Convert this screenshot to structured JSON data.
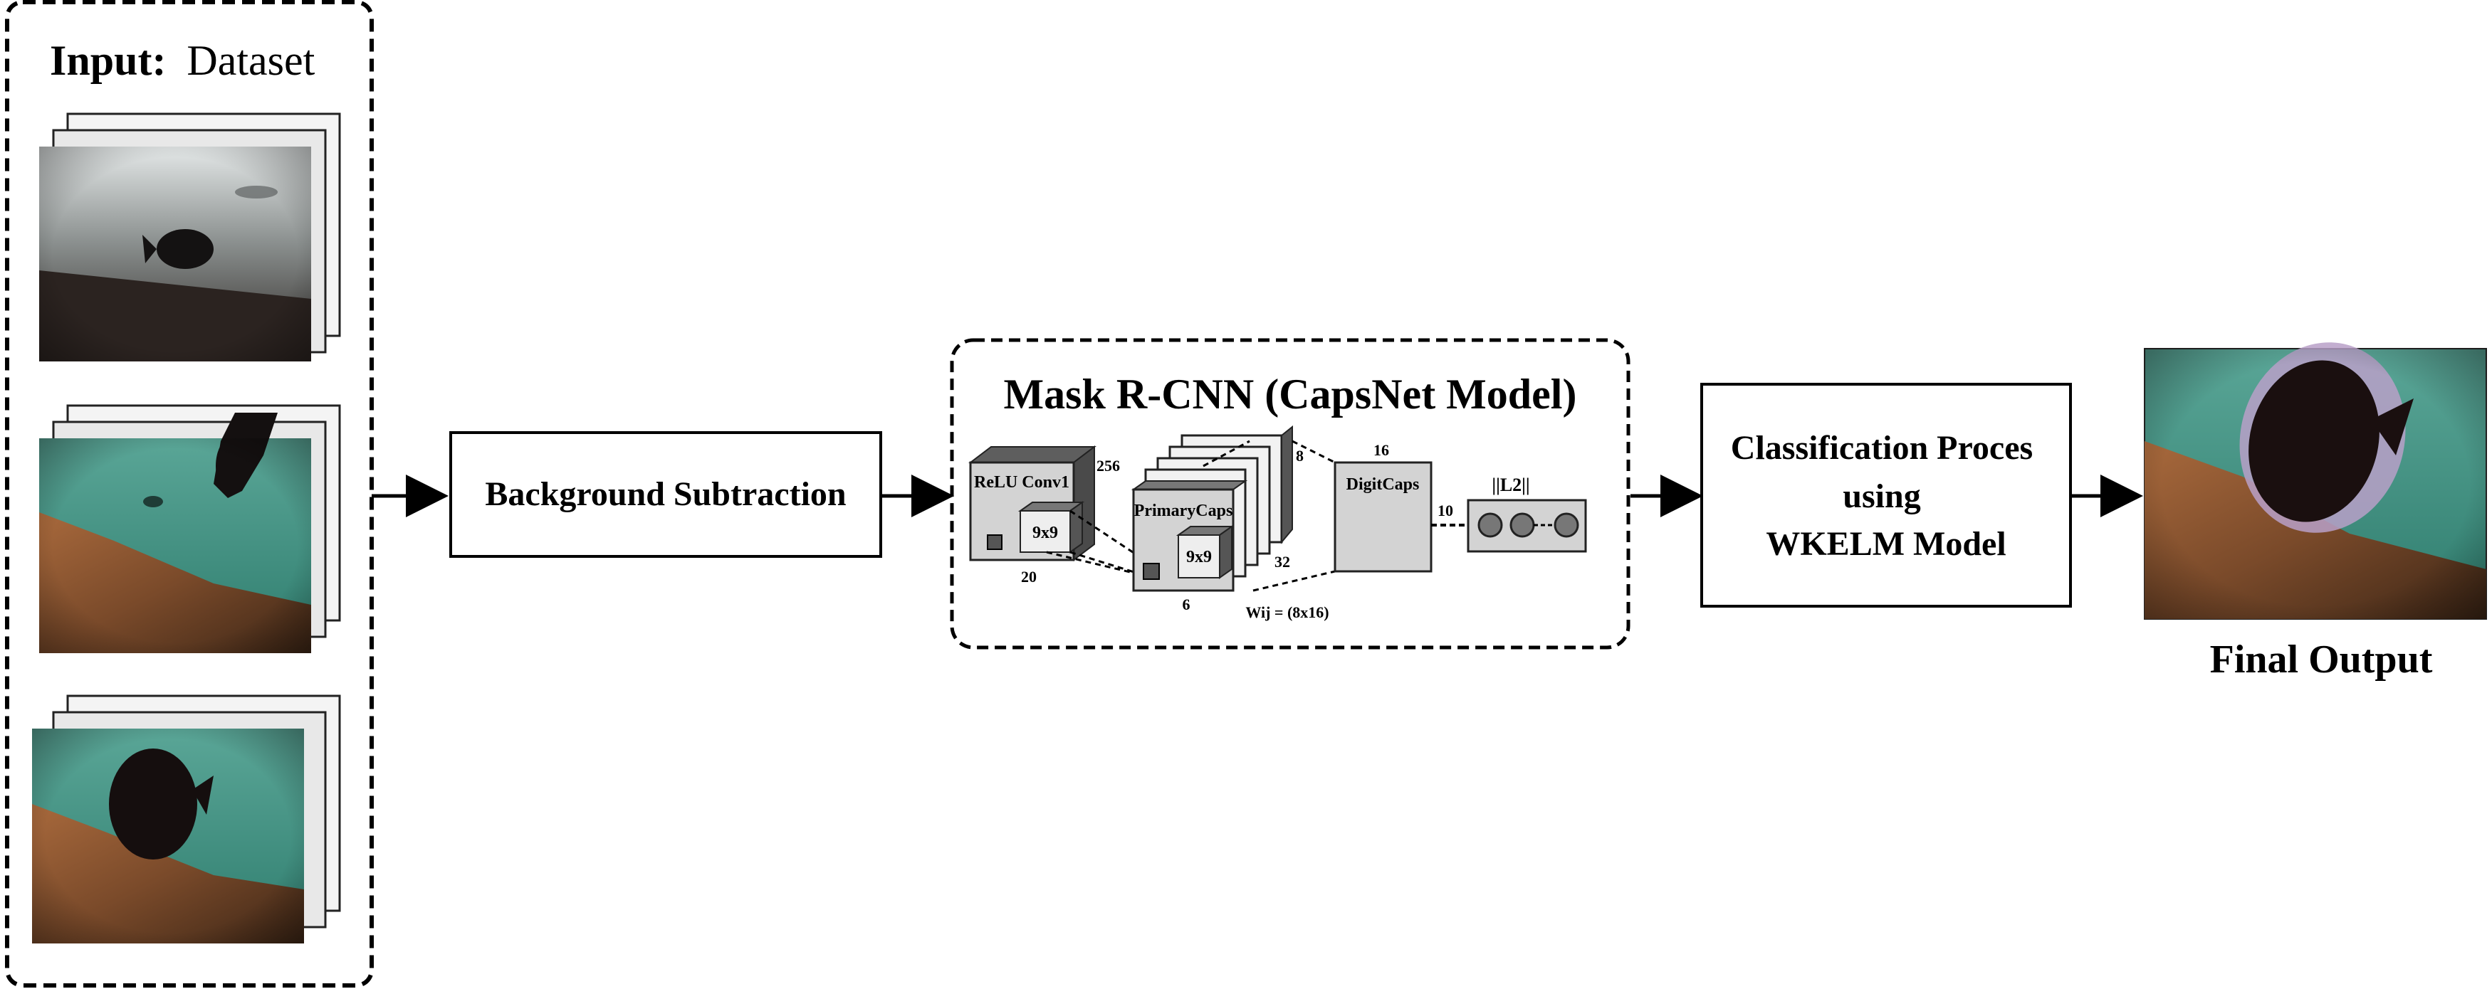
{
  "input_panel": {
    "title_bold": "Input:",
    "title_normal": "Dataset"
  },
  "steps": {
    "background_subtraction": "Background Subtraction",
    "classification": [
      "Classification Proces",
      "using",
      "WKELM Model"
    ]
  },
  "capsnet": {
    "title": "Mask R-CNN (CapsNet Model)",
    "relu_conv1": "ReLU Conv1",
    "conv_kernel": "9x9",
    "primary_caps": "PrimaryCaps",
    "primary_kernel": "9x9",
    "digit_caps": "DigitCaps",
    "l2": "||L2||",
    "dim_256": "256",
    "dim_20": "20",
    "dim_8": "8",
    "dim_32": "32",
    "dim_6": "6",
    "dim_16": "16",
    "dim_10": "10",
    "weights": "Wij = (8x16)"
  },
  "output": {
    "label": "Final Output"
  },
  "colors": {
    "water_green": "#3f8f80",
    "seabed_brown": "#7a4a2a",
    "fish_dark": "#1a0f0f",
    "mask_overlay": "#b8a0c8",
    "box_gray": "#d3d3d3",
    "box_dark_gray": "#8c8c8c"
  }
}
